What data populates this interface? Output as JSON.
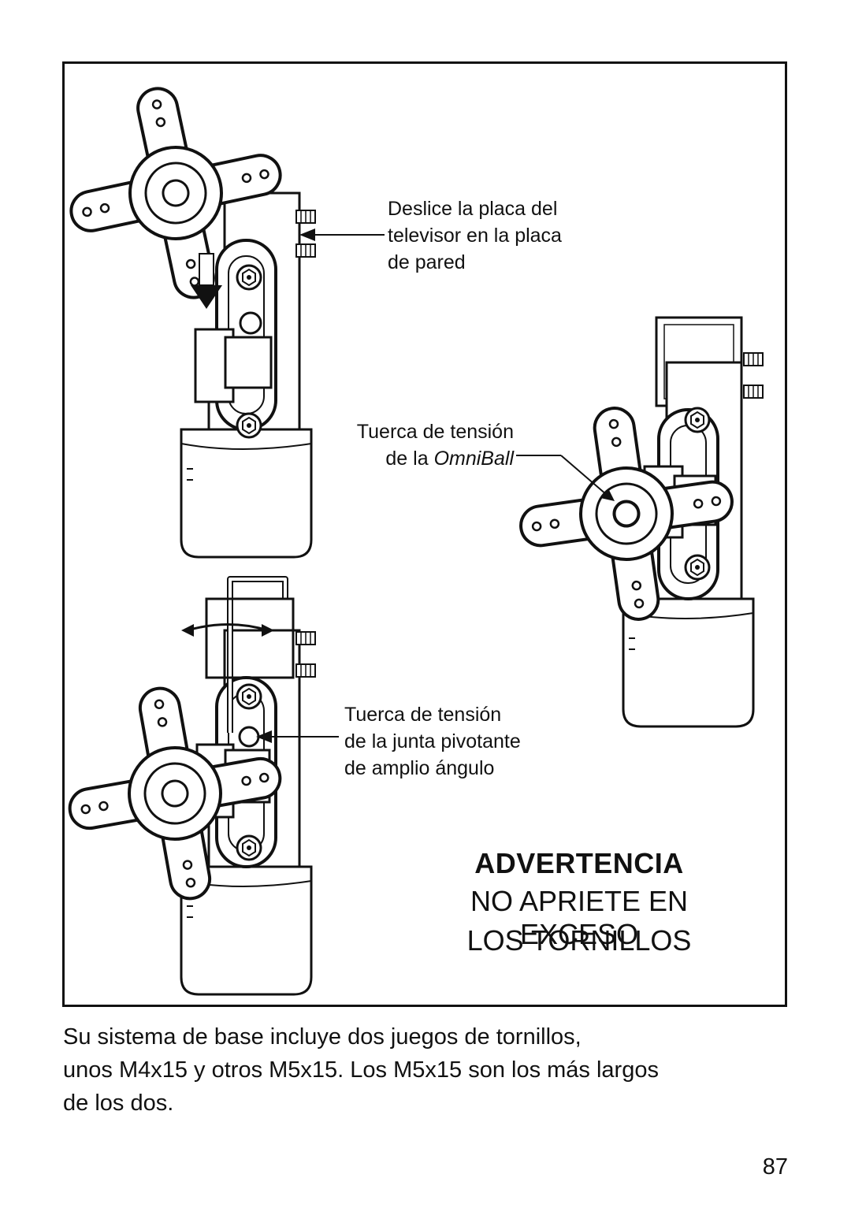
{
  "callouts": {
    "slide": [
      "Deslice la placa del",
      "televisor en la placa",
      "de pared"
    ],
    "omniball": [
      "Tuerca de tensión",
      "de la ",
      "OmniBall"
    ],
    "pivot": [
      "Tuerca de tensión",
      "de la junta pivotante",
      "de amplio ángulo"
    ]
  },
  "warning": {
    "title": "ADVERTENCIA",
    "line1": "NO APRIETE EN EXCESO",
    "line2": "LOS TORNILLOS"
  },
  "body": {
    "line1": "Su sistema de base incluye dos juegos de tornillos,",
    "line2": "unos M4x15 y otros M5x15. Los M5x15 son los más largos",
    "line3": "de los dos."
  },
  "page_number": "87"
}
